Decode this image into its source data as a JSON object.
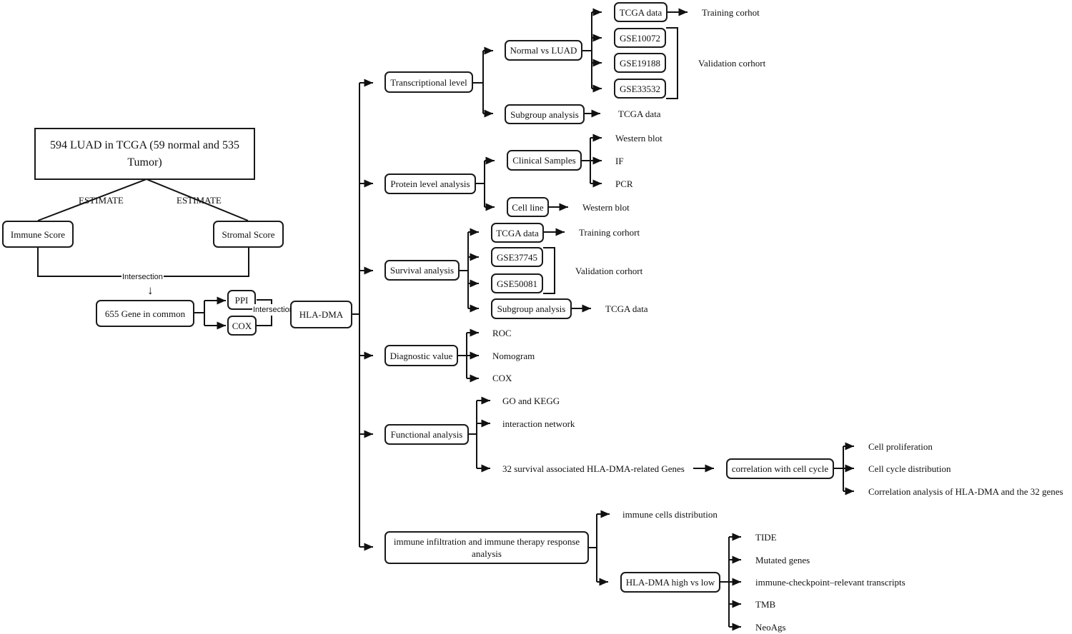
{
  "left": {
    "cohort": "594 LUAD in TCGA (59 normal and 535 Tumor)",
    "estimate_left": "ESTIMATE",
    "estimate_right": "ESTIMATE",
    "immune_score": "Immune Score",
    "stromal_score": "Stromal Score",
    "intersection": "Intersection",
    "arrow_down": "↓",
    "genes": "655 Gene in common",
    "ppi": "PPI",
    "cox": "COX",
    "intersection2": "Intersection",
    "hla": "HLA-DMA"
  },
  "transcriptional": {
    "label": "Transcriptional level",
    "normal_vs_luad": "Normal vs LUAD",
    "tcga": "TCGA data",
    "training": "Training corhot",
    "gse1": "GSE10072",
    "gse2": "GSE19188",
    "gse3": "GSE33532",
    "validation": "Validation corhort",
    "subgroup": "Subgroup analysis",
    "subgroup_tcga": "TCGA data"
  },
  "protein": {
    "label": "Protein level analysis",
    "clinical": "Clinical Samples",
    "western": "Western blot",
    "if": "IF",
    "pcr": "PCR",
    "cell_line": "Cell line",
    "cell_line_western": "Western blot"
  },
  "survival": {
    "label": "Survival analysis",
    "tcga": "TCGA data",
    "training": "Training corhort",
    "gse1": "GSE37745",
    "gse2": "GSE50081",
    "validation": "Validation corhort",
    "subgroup": "Subgroup analysis",
    "subgroup_tcga": "TCGA data"
  },
  "diagnostic": {
    "label": "Diagnostic value",
    "roc": "ROC",
    "nomogram": "Nomogram",
    "cox": "COX"
  },
  "functional": {
    "label": "Functional analysis",
    "go": "GO and KEGG",
    "network": "interaction network",
    "genes32": "32 survival associated HLA-DMA-related Genes",
    "cell_cycle": "correlation with cell cycle",
    "proliferation": "Cell proliferation",
    "distribution": "Cell cycle distribution",
    "correlation": "Correlation analysis of HLA-DMA and the 32 genes"
  },
  "immune": {
    "label": "immune infiltration and immune therapy response analysis",
    "cells": "immune cells distribution",
    "high_low": "HLA-DMA high vs low",
    "tide": "TIDE",
    "mutated": "Mutated genes",
    "checkpoint": "immune-checkpoint–relevant transcripts",
    "tmb": "TMB",
    "neoags": "NeoAgs"
  }
}
